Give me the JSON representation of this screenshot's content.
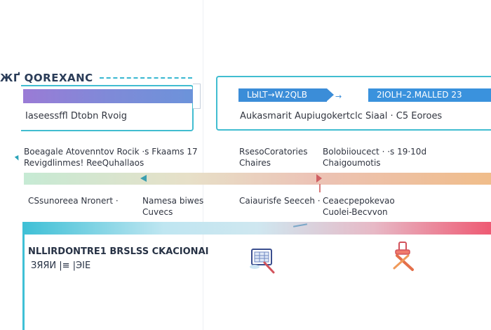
{
  "header": {
    "title": "ЖҐ QOREXANC"
  },
  "cards": {
    "left": {
      "text": "Iaseessffl Dtobn Rvoig"
    },
    "right": {
      "pill_1": "LЫLT→W.2QLB",
      "pill_1_arrow": "→",
      "pill_2": "2IOLH–2.MALLED 23",
      "text": "Aukasmarit Aupiugokertclc Siaal · C5 Eoroes"
    }
  },
  "timeline": {
    "above": [
      {
        "line1": "Boeagale Atovenntov Rocik ·s Fkaams 17",
        "line2": "Revigdlinmes! ReeQuhallaos"
      },
      {
        "line1": "RsesoCoratories",
        "line2": "Chaires"
      },
      {
        "line1": "Bolobiioucect  ·  ·s 19·10d",
        "line2": "Chaigoumotis"
      }
    ],
    "below": [
      {
        "line1": "CSsunoreea Nronert  ·",
        "line2": ""
      },
      {
        "line1": "Namesa biwes",
        "line2": "Cuvecs"
      },
      {
        "line1": "Caiaurisfe Seeceh  ·",
        "line2": ""
      },
      {
        "line1": "Ceaecpepokevao",
        "line2": "Cuolei-Becvvon"
      }
    ]
  },
  "footer": {
    "title": "NLLIRDONTRE1 BRSLSS CKACIONAI",
    "subtitle": "ЗЯЯИ  |≡  |ЭIЕ"
  },
  "icons": {
    "monitor": "search-monitor-icon",
    "tool": "tool-wrench-icon"
  },
  "colors": {
    "accent_teal": "#41bdd0",
    "pill_blue": "#3b8dd8",
    "purple": "#9a7bd6",
    "coral": "#ee5a73",
    "orange": "#f0bd8a"
  }
}
